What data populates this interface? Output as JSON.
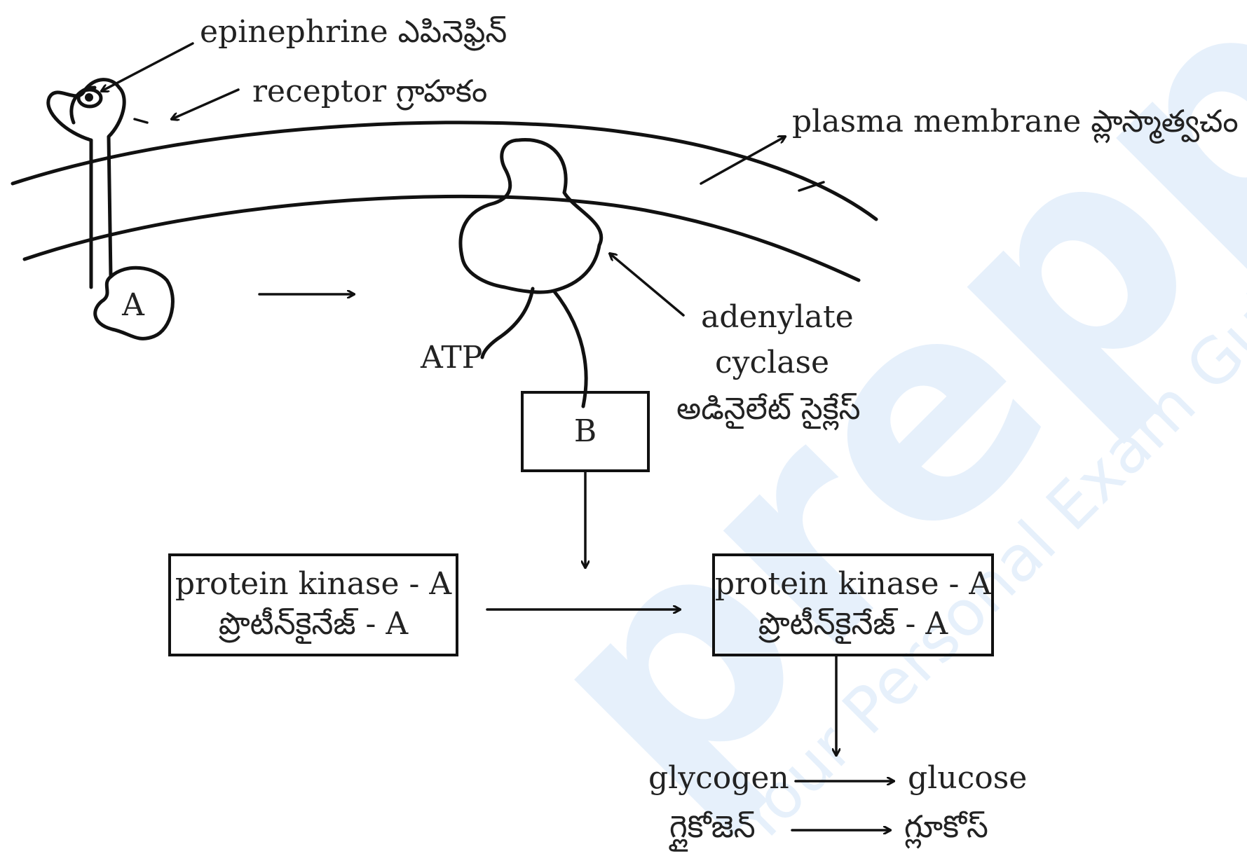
{
  "labels": {
    "epinephrine": "epinephrine ఎపినెఫ్రిన్",
    "receptor": "receptor గ్రాహకం",
    "plasma_membrane": "plasma membrane ప్లాస్మాత్వచం",
    "marker_a": "A",
    "atp": "ATP",
    "adenylate_line1": "adenylate",
    "adenylate_line2": "cyclase",
    "adenylate_line3": "అడినైలేట్ సైక్లేస్",
    "box_b": "B",
    "pk_left_en": "protein kinase - A",
    "pk_left_te": "ప్రొటీన్‌కైనేజ్ - A",
    "pk_right_en": "protein kinase - A",
    "pk_right_te": "ప్రొటీన్‌కైనేజ్ - A",
    "glycogen_en": "glycogen",
    "glucose_en": "glucose",
    "glycogen_te": "గ్లైకోజెన్",
    "glucose_te": "గ్లూకోస్"
  },
  "watermark": {
    "logo": "prepp",
    "tagline": "Your Personal Exam Guide",
    "color": "#4a90e2"
  }
}
